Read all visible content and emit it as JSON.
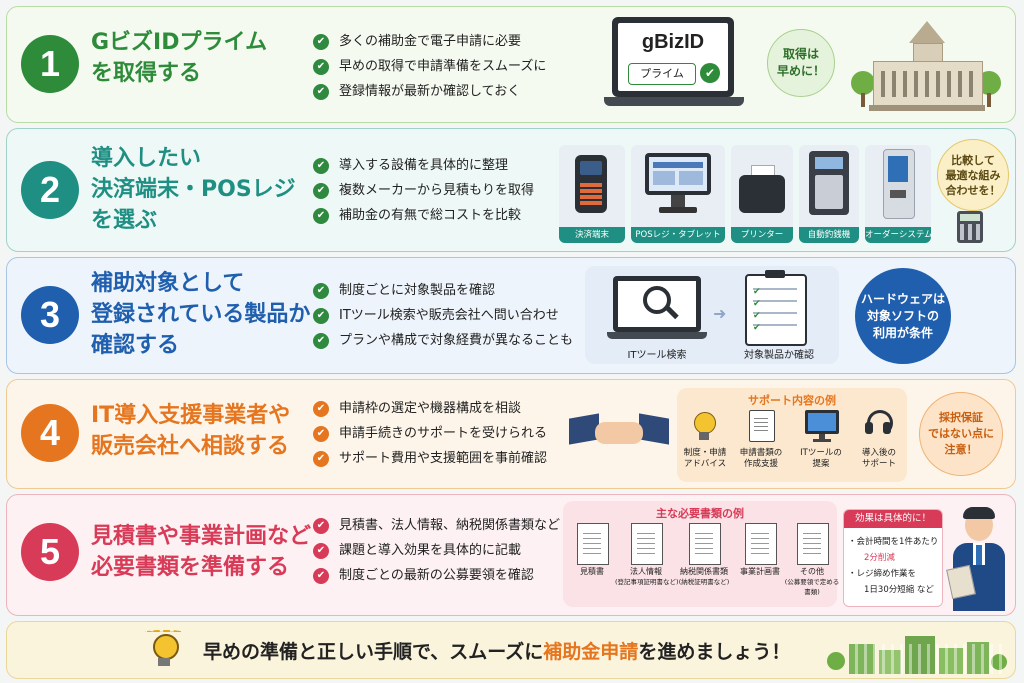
{
  "steps": [
    {
      "number": "1",
      "title": [
        "GビズIDプライム",
        "を取得する"
      ],
      "bullets": [
        "多くの補助金で電子申請に必要",
        "早めの取得で申請準備をスムーズに",
        "登録情報が最新か確認しておく"
      ],
      "laptop_logo": "gBizID",
      "laptop_badge": "プライム",
      "bubble": [
        "取得は",
        "早めに！"
      ]
    },
    {
      "number": "2",
      "title": [
        "導入したい",
        "決済端末・POSレジ",
        "を選ぶ"
      ],
      "bullets": [
        "導入する設備を具体的に整理",
        "複数メーカーから見積もりを取得",
        "補助金の有無で総コストを比較"
      ],
      "devices": [
        "決済端末",
        "POSレジ・タブレット",
        "プリンター",
        "自動釣銭機",
        "オーダーシステム"
      ],
      "bubble": [
        "比較して",
        "最適な組み",
        "合わせを！"
      ]
    },
    {
      "number": "3",
      "title": [
        "補助対象として",
        "登録されている製品か",
        "確認する"
      ],
      "bullets": [
        "制度ごとに対象製品を確認",
        "ITツール検索や販売会社へ問い合わせ",
        "プランや構成で対象経費が異なることも"
      ],
      "search_label": "ITツール検索",
      "check_label": "対象製品か確認",
      "bubble": [
        "ハードウェアは",
        "対象ソフトの",
        "利用が条件"
      ]
    },
    {
      "number": "4",
      "title": [
        "IT導入支援事業者や",
        "販売会社へ相談する"
      ],
      "bullets": [
        "申請枠の選定や機器構成を相談",
        "申請手続きのサポートを受けられる",
        "サポート費用や支援範囲を事前確認"
      ],
      "support_title": "サポート内容の例",
      "support_items": [
        [
          "制度・申請",
          "アドバイス"
        ],
        [
          "申請書類の",
          "作成支援"
        ],
        [
          "ITツールの",
          "提案"
        ],
        [
          "導入後の",
          "サポート"
        ]
      ],
      "bubble": [
        "採択保証",
        "ではない点に",
        "注意！"
      ]
    },
    {
      "number": "5",
      "title": [
        "見積書や事業計画など",
        "必要書類を準備する"
      ],
      "bullets": [
        "見積書、法人情報、納税関係書類など",
        "課題と導入効果を具体的に記載",
        "制度ごとの最新の公募要領を確認"
      ],
      "docs_title": "主な必要書類の例",
      "docs": [
        [
          "見積書"
        ],
        [
          "法人情報",
          "(登記事項証明書など)"
        ],
        [
          "納税関係書類",
          "(納税証明書など)"
        ],
        [
          "事業計画書"
        ],
        [
          "その他",
          "(公募要領で定める",
          "書類)"
        ]
      ],
      "effect_title": "効果は具体的に！",
      "effect_lines": [
        "・会計時間を1件あたり",
        "2分削減",
        "・レジ締め作業を",
        "1日30分短縮 など"
      ]
    }
  ],
  "footer": {
    "before": "早めの準備と正しい手順で、スムーズに",
    "highlight": "補助金申請",
    "after": "を進めましょう！"
  },
  "colors": {
    "step1": "#2e8b3a",
    "step2": "#1f8f83",
    "step3": "#1f5fae",
    "step4": "#e5761f",
    "step5": "#d83b57",
    "check": "#2f8a3f"
  },
  "icons": [
    "check-icon",
    "laptop-icon",
    "government-building-icon",
    "payment-terminal-icon",
    "pos-register-icon",
    "printer-icon",
    "change-machine-icon",
    "order-kiosk-icon",
    "calculator-icon",
    "magnifier-icon",
    "clipboard-icon",
    "handshake-icon",
    "lightbulb-icon",
    "document-icon",
    "monitor-icon",
    "headset-icon",
    "businessman-icon",
    "townscape-icon"
  ]
}
